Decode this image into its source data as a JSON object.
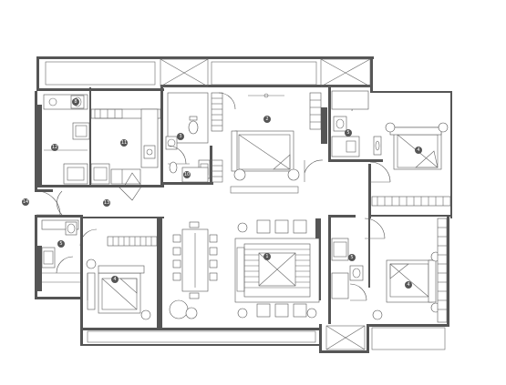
{
  "plan": {
    "room_tags": [
      {
        "id": "tag-bedroom-master",
        "label": "2"
      },
      {
        "id": "tag-bedroom-right-top",
        "label": "4"
      },
      {
        "id": "tag-bedroom-right-bottom",
        "label": "4"
      },
      {
        "id": "tag-bedroom-left",
        "label": "4"
      },
      {
        "id": "tag-living",
        "label": "1"
      },
      {
        "id": "tag-kitchen",
        "label": "11"
      },
      {
        "id": "tag-utility",
        "label": "12"
      },
      {
        "id": "tag-foyer",
        "label": "13"
      },
      {
        "id": "tag-entry",
        "label": "14"
      },
      {
        "id": "tag-powder",
        "label": "10"
      },
      {
        "id": "tag-master-bath",
        "label": "3"
      },
      {
        "id": "tag-bath-right-top",
        "label": "5"
      },
      {
        "id": "tag-bath-right-bottom",
        "label": "5"
      },
      {
        "id": "tag-bath-left",
        "label": "5"
      },
      {
        "id": "tag-servant-toilet",
        "label": "8"
      }
    ],
    "colors": {
      "wall": "#555555",
      "line": "#666666",
      "background": "#ffffff"
    }
  }
}
